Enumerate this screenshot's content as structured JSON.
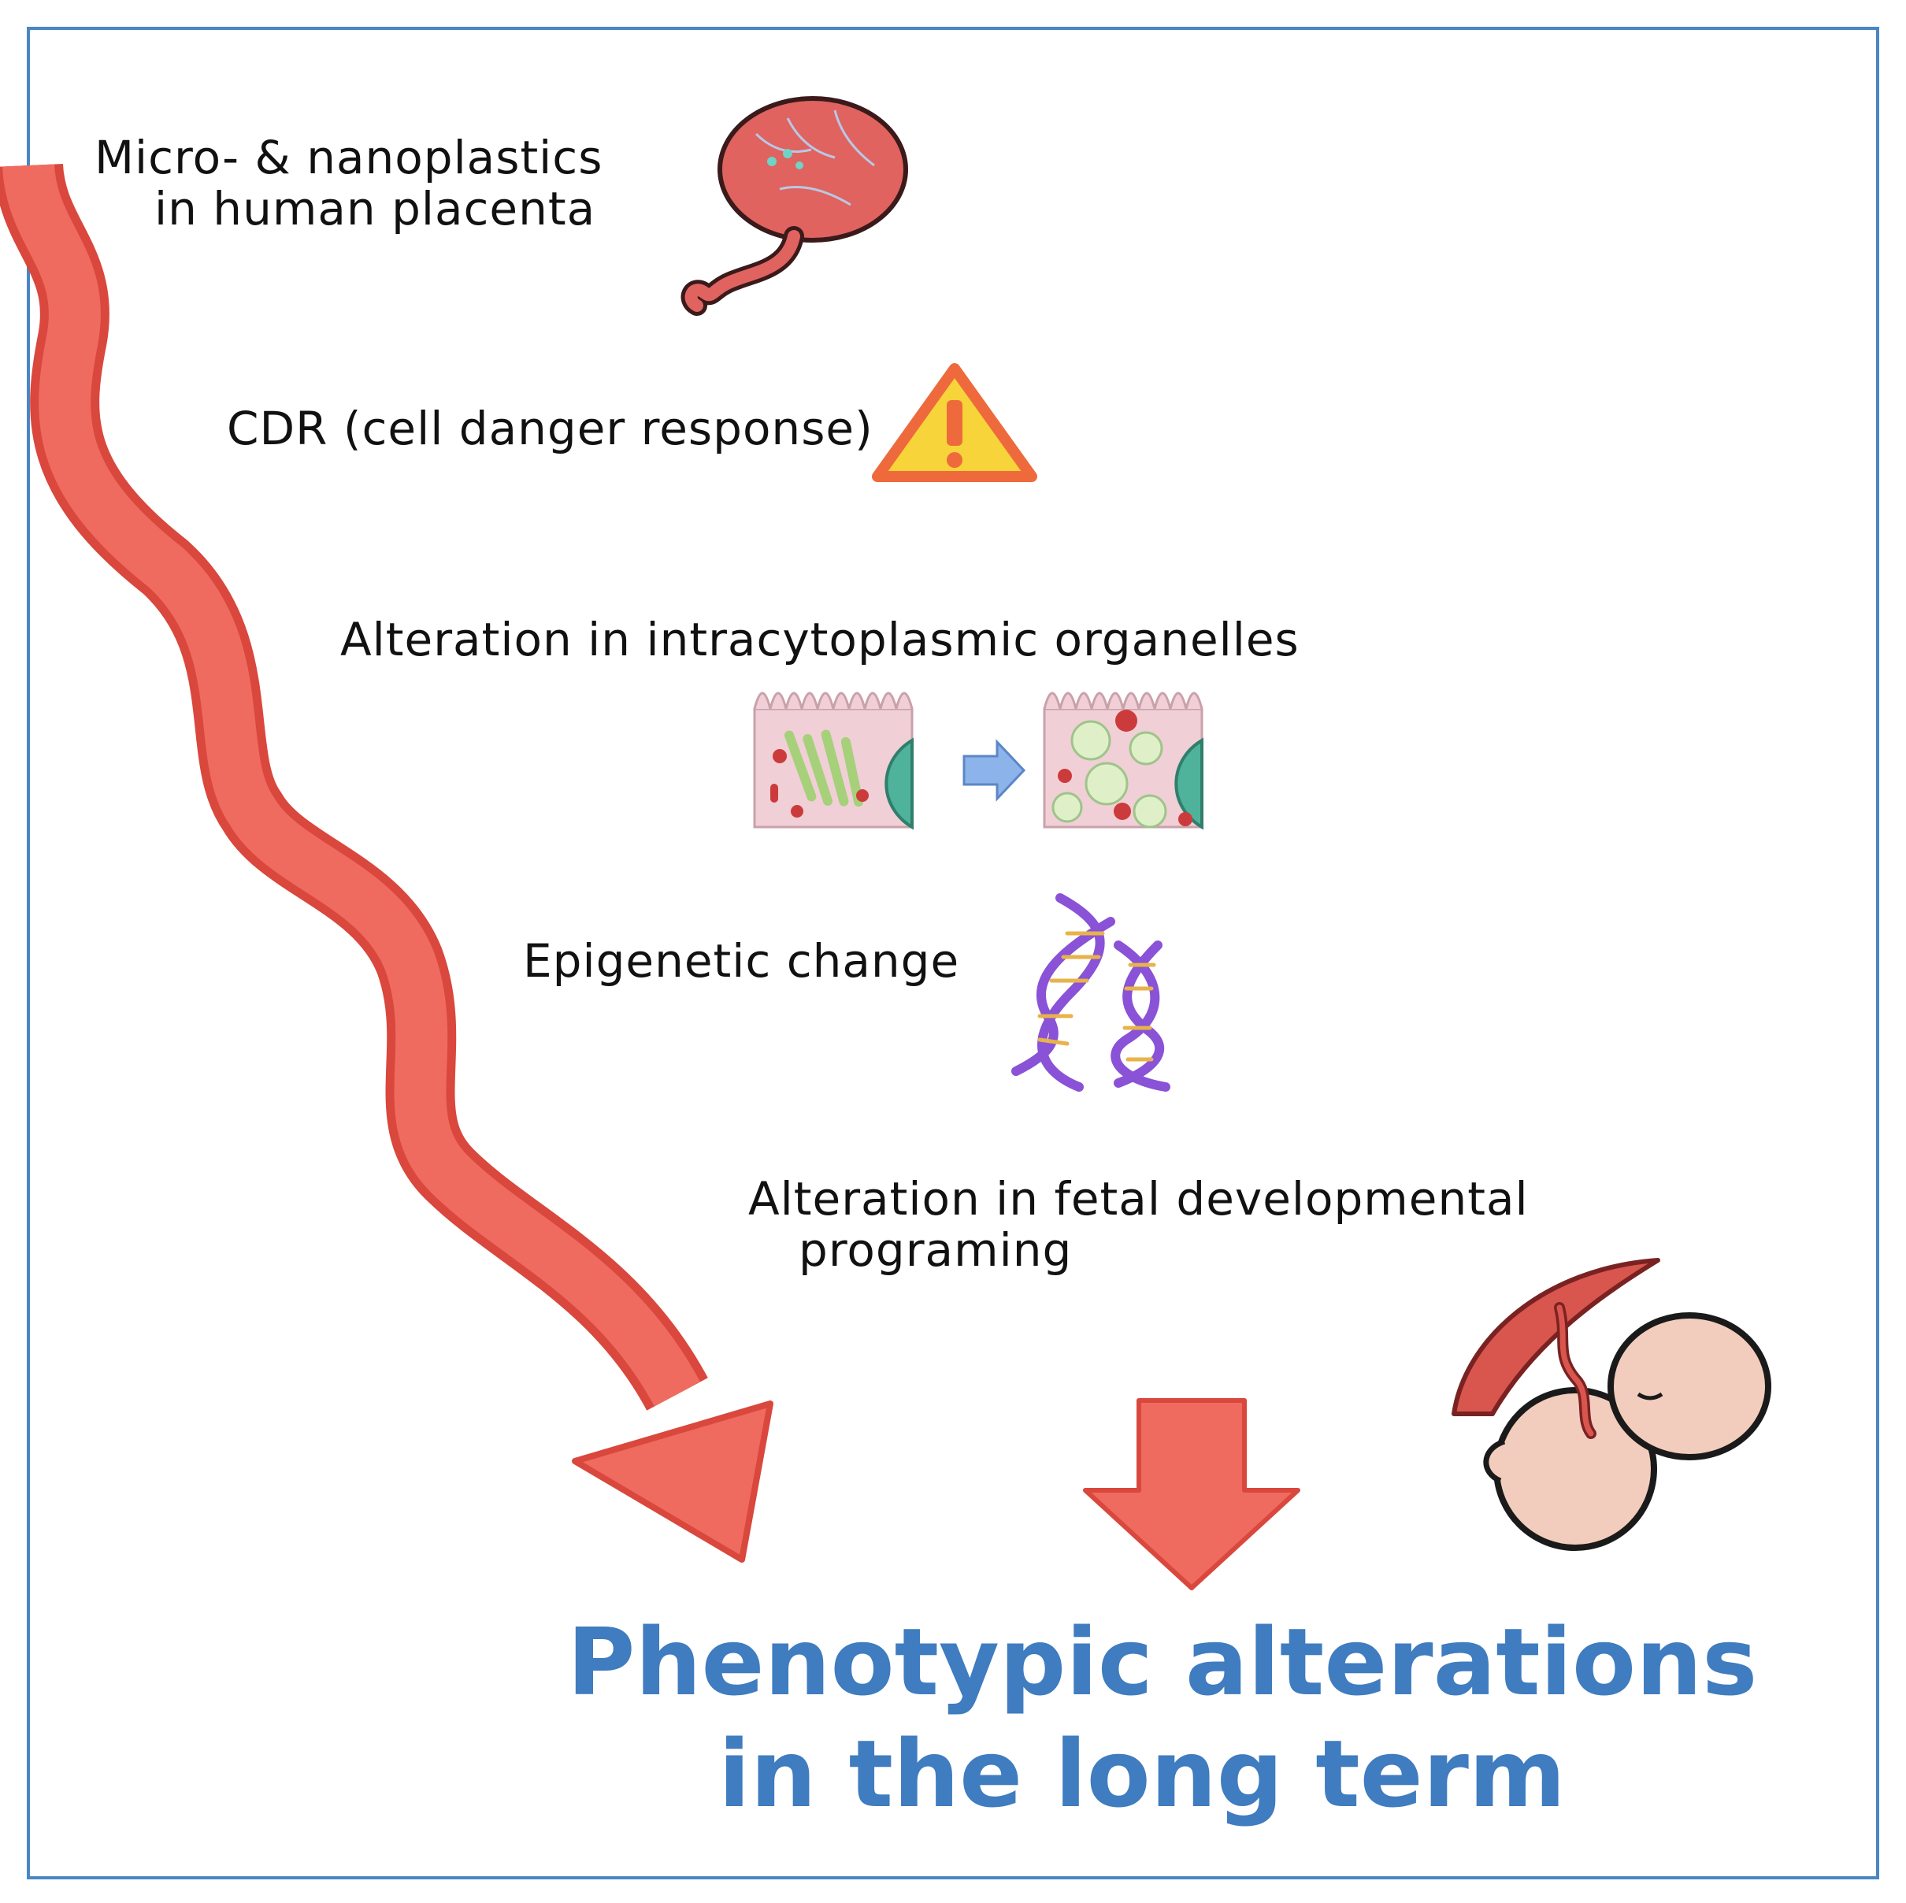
{
  "steps": [
    {
      "text": "Micro- & nanoplastics",
      "text2": "in human placenta",
      "icon": "placenta-icon"
    },
    {
      "text": "CDR (cell danger response)",
      "icon": "warning-icon"
    },
    {
      "text": "Alteration in intracytoplasmic organelles",
      "icon": "cell-organelles-icon"
    },
    {
      "text": "Epigenetic change",
      "icon": "dna-icon"
    },
    {
      "text": "Alteration in fetal developmental",
      "text2": "programing",
      "icon": "fetus-icon"
    }
  ],
  "outcome": {
    "line1": "Phenotypic alterations",
    "line2": "in the long term"
  },
  "colors": {
    "arrow": "#ef6b5f",
    "arrow_outline": "#d9473d",
    "outcome_text": "#3f7cc0",
    "frame": "#4a86c4",
    "warning_fill": "#f7d43a",
    "warning_border": "#ee6a3c",
    "dna": "#8a52d6",
    "placenta": "#e0635f",
    "fetus": "#f2cdbd"
  }
}
